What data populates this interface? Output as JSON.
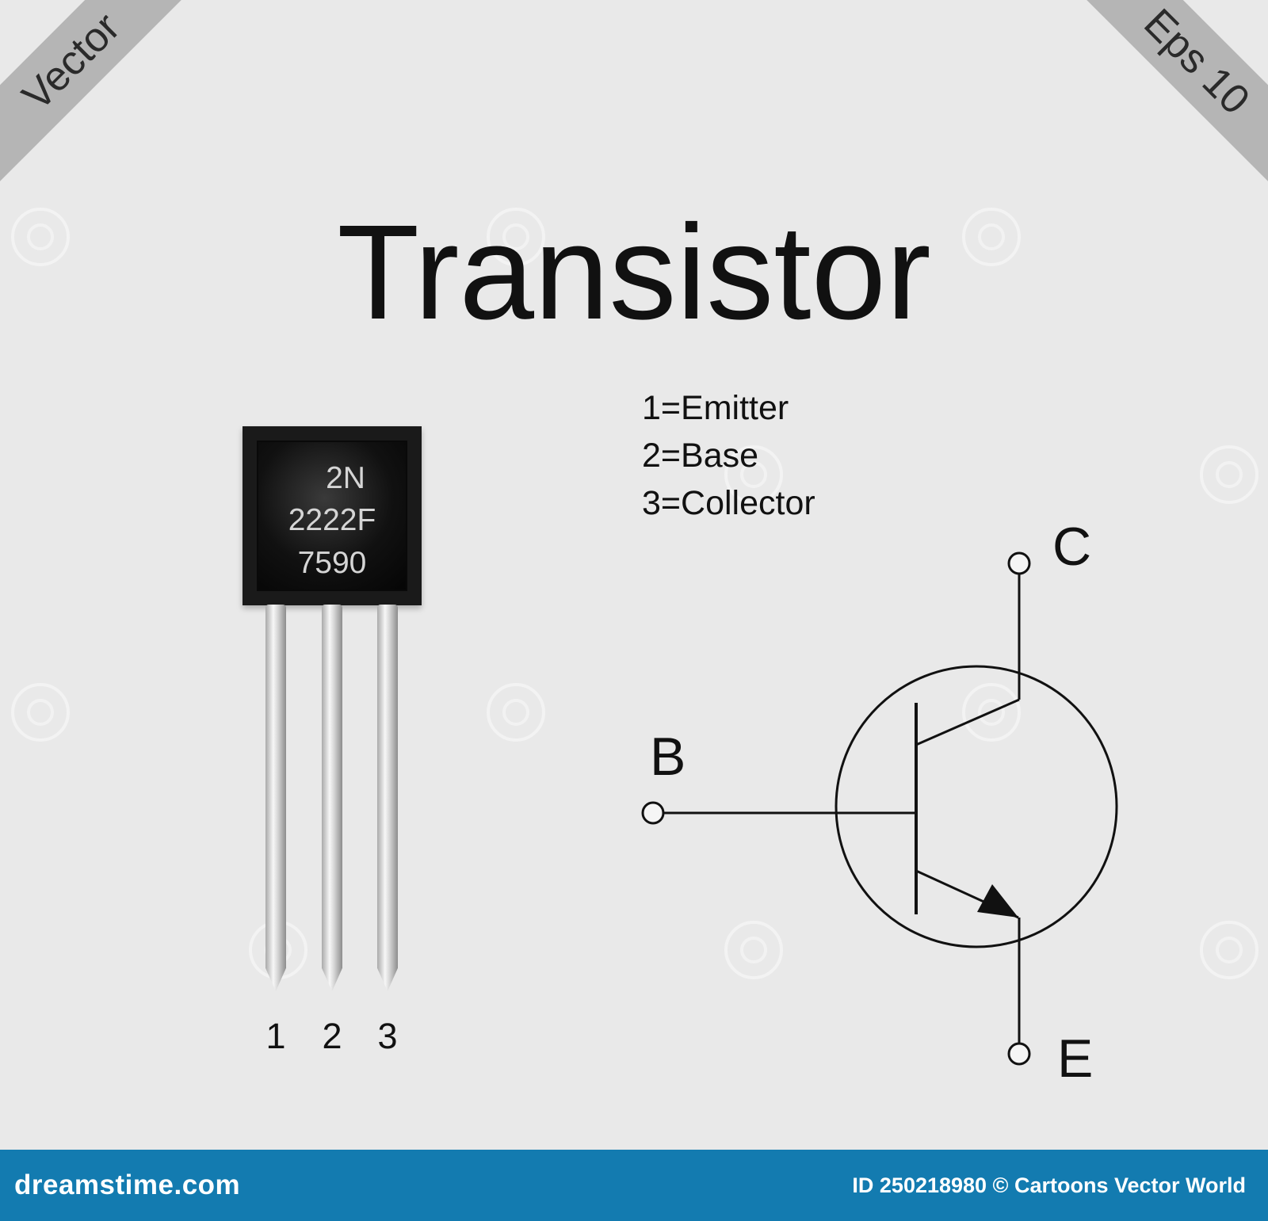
{
  "ribbons": {
    "left": "Vector",
    "right": "Eps 10"
  },
  "title": "Transistor",
  "component": {
    "marking_line_1": "2N",
    "marking_line_2": "2222F",
    "marking_line_3": "7590",
    "pin_labels": [
      "1",
      "2",
      "3"
    ]
  },
  "legend": [
    "1=Emitter",
    "2=Base",
    "3=Collector"
  ],
  "symbol": {
    "collector_label": "C",
    "base_label": "B",
    "emitter_label": "E"
  },
  "footer": {
    "brand": "dreamstime.com",
    "credit": "ID 250218980 © Cartoons Vector World"
  },
  "colors": {
    "background": "#e9e9e9",
    "ribbon": "#b5b5b5",
    "footer": "#137bb0",
    "body": "#090909"
  }
}
